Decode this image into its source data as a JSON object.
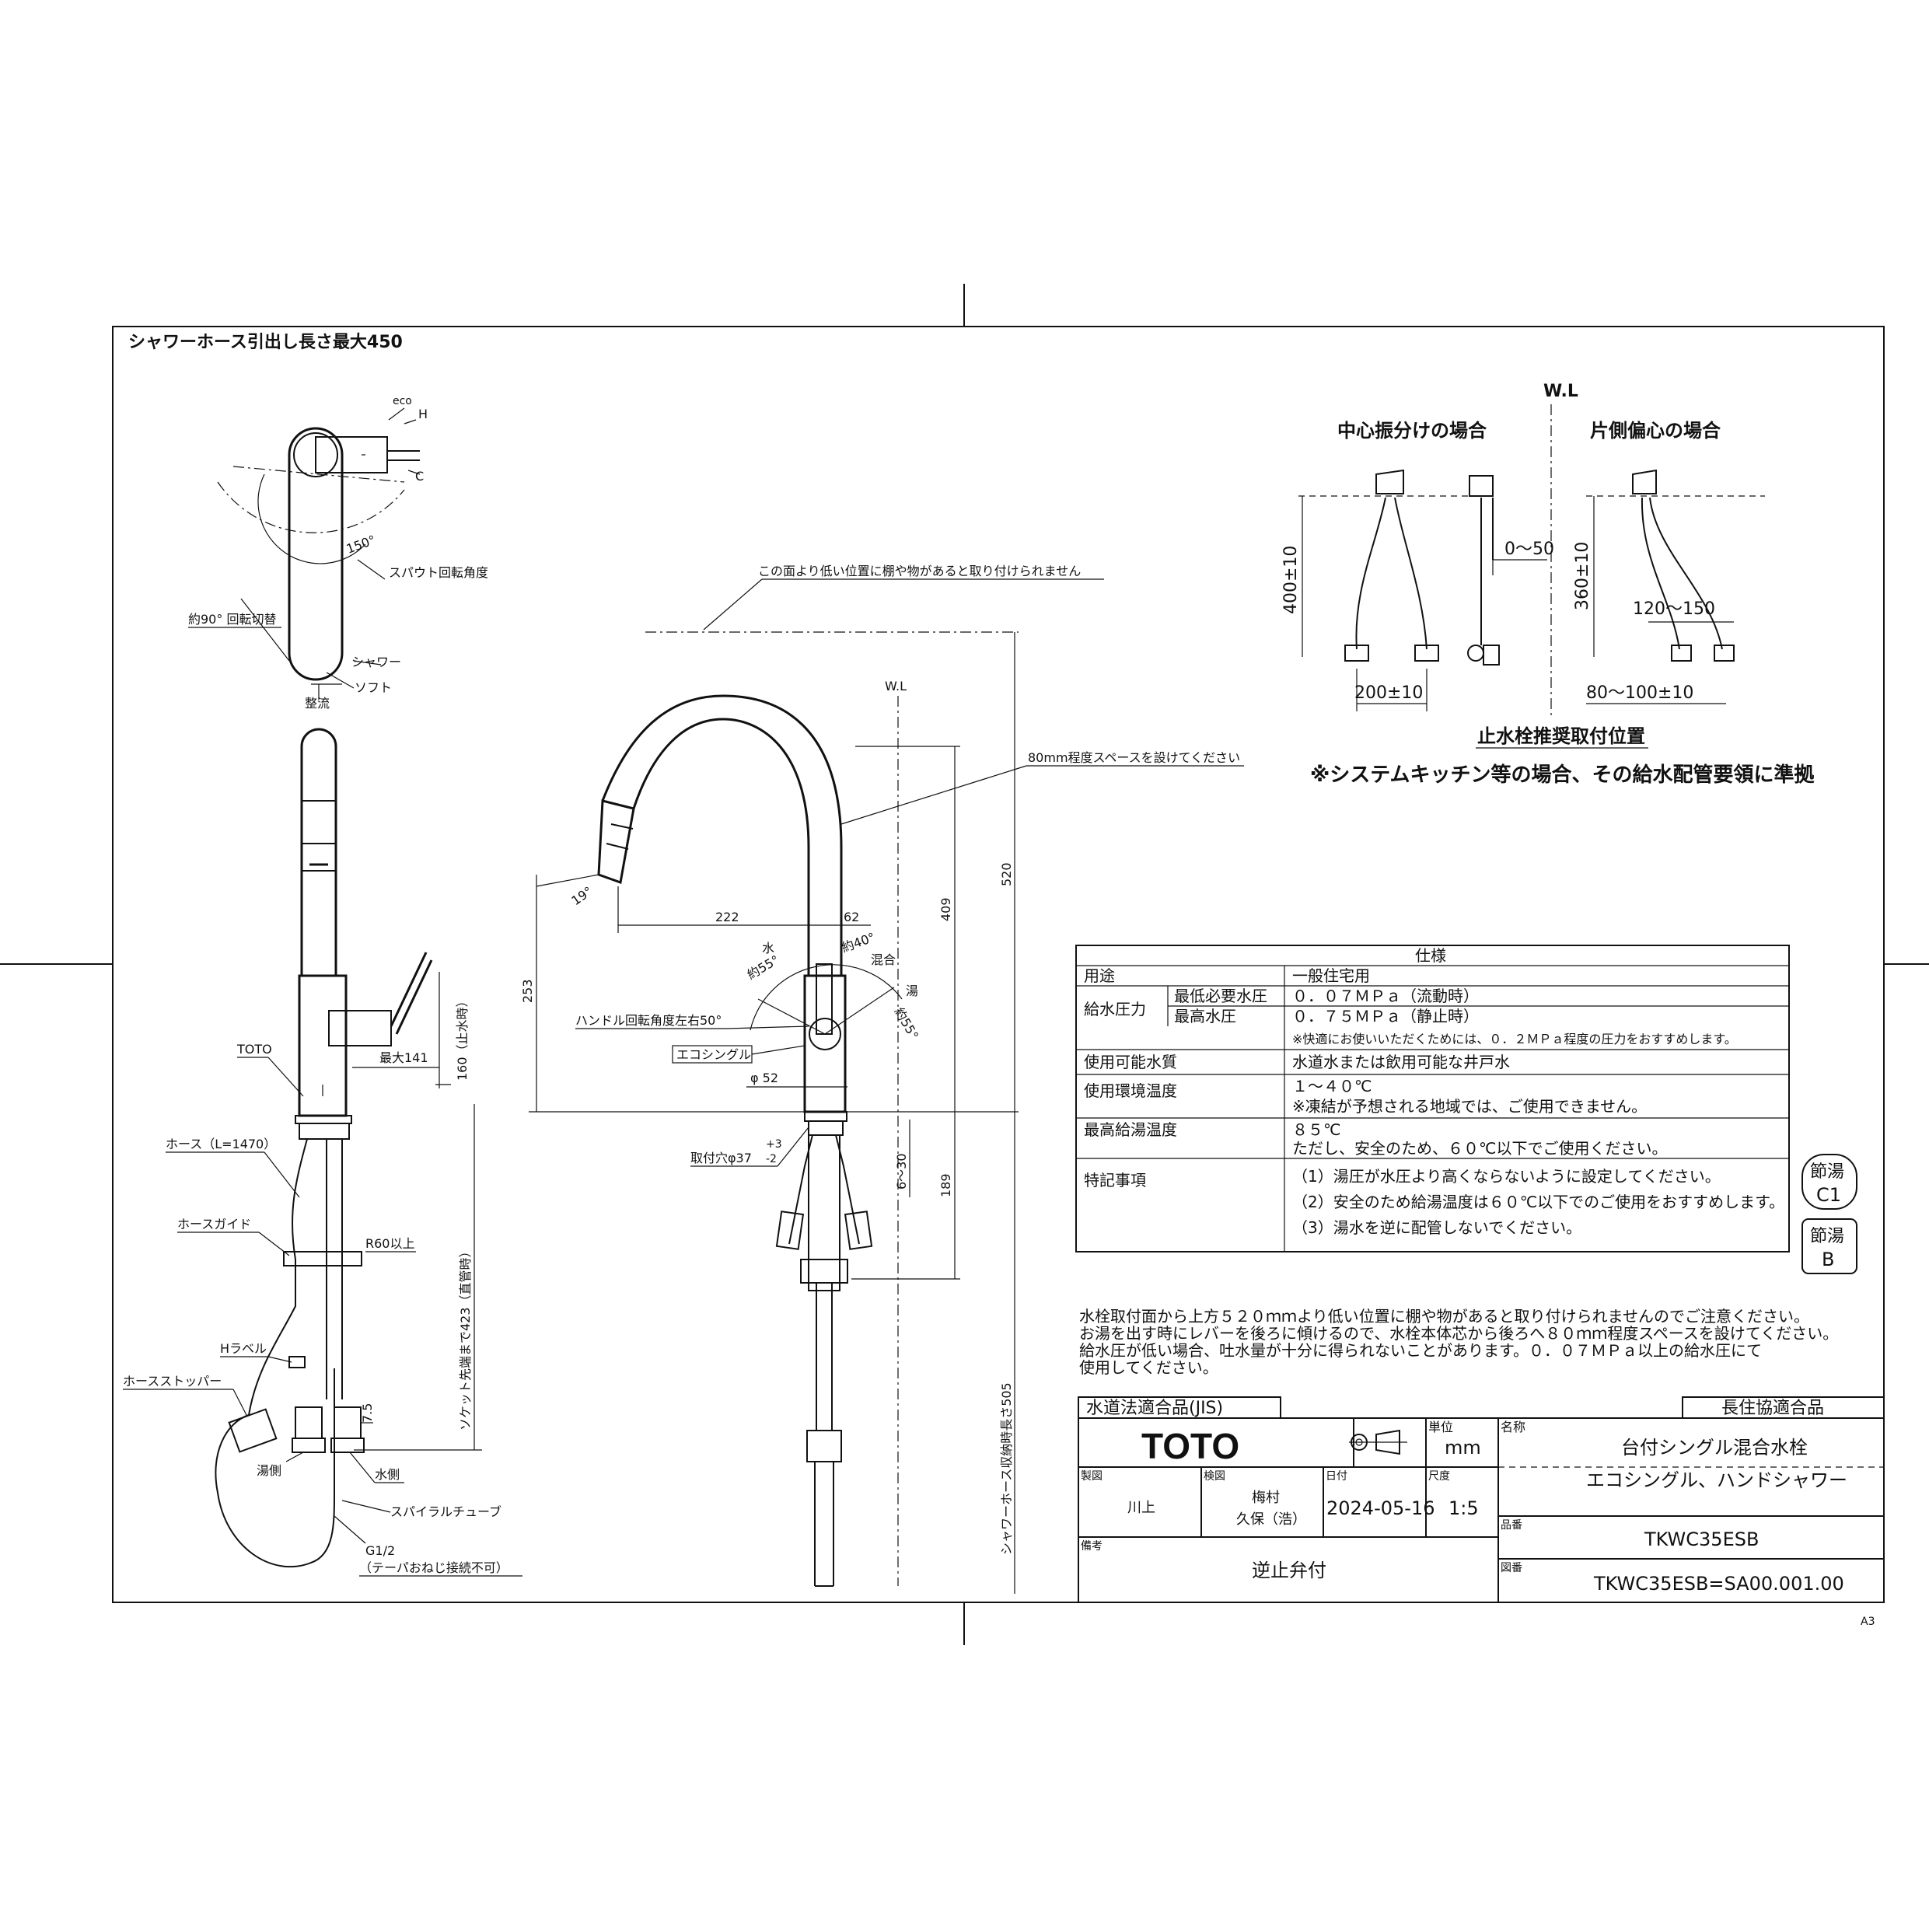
{
  "header": {
    "hose_note": "シャワーホース引出し長さ最大450",
    "sheet_size": "A3"
  },
  "top_view": {
    "eco": "eco",
    "h": "H",
    "c": "C",
    "angle": "150°",
    "spout_rotation": "スパウト回転角度",
    "switch_angle": "約90° 回転切替",
    "shower": "シャワー",
    "soft": "ソフト",
    "seiryu": "整流"
  },
  "side_view": {
    "toto": "TOTO",
    "max141": "最大141",
    "dim160": "160（止水時）",
    "hose": "ホース（L=1470）",
    "hose_guide": "ホースガイド",
    "r60": "R60以上",
    "socket_len": "ソケット先端まで423（直管時）",
    "h_label": "Hラベル",
    "hose_stopper": "ホースストッパー",
    "dim75": "7.5",
    "hot_side": "湯側",
    "cold_side": "水側",
    "spiral_tube": "スパイラルチューブ",
    "g12": "G1/2",
    "taper_note": "（テーパおねじ接続不可）"
  },
  "front_view": {
    "shelf_note": "この面より低い位置に棚や物があると取り付けられません",
    "wl": "W.L",
    "space_note": "80mm程度スペースを設けてください",
    "dim520": "520",
    "dim409": "409",
    "angle19": "19°",
    "dim222": "222",
    "dim62": "62",
    "mix": "混合",
    "mix_angle": "約40°",
    "water": "水",
    "water_angle": "約55°",
    "hot": "湯",
    "hot_angle": "約55°",
    "dim253": "253",
    "handle_rotation": "ハンドル回転角度左右50°",
    "eco_single": "エコシングル",
    "phi52": "φ 52",
    "hole": "取付穴φ37",
    "tol_plus": "+3",
    "tol_minus": "-2",
    "dim6_30": "6～30",
    "dim189": "189",
    "hose_len": "シャワーホース収納時長さ505"
  },
  "valve_position": {
    "wl": "W.L",
    "center_title": "中心振分けの場合",
    "side_title": "片側偏心の場合",
    "dim400": "400±10",
    "dim0_50": "0～50",
    "dim360": "360±10",
    "dim120_150": "120～150",
    "dim200": "200±10",
    "dim80_100": "80～100±10",
    "caption": "止水栓推奨取付位置",
    "note": "※システムキッチン等の場合、その給水配管要領に準拠"
  },
  "spec": {
    "title": "仕様",
    "rows": [
      {
        "label": "用途",
        "sub": "",
        "value": "一般住宅用"
      },
      {
        "label": "給水圧力",
        "sub": "最低必要水圧",
        "value": "０．０７ＭＰａ（流動時）"
      },
      {
        "label": "",
        "sub": "最高水圧",
        "value": "０．７５ＭＰａ（静止時）"
      },
      {
        "label": "",
        "sub": "",
        "value": "※快適にお使いいただくためには、０．２ＭＰａ程度の圧力をおすすめします。"
      },
      {
        "label": "使用可能水質",
        "sub": "",
        "value": "水道水または飲用可能な井戸水"
      },
      {
        "label": "使用環境温度",
        "sub": "",
        "value": "１～４０℃"
      },
      {
        "label": "",
        "sub": "",
        "value": "※凍結が予想される地域では、ご使用できません。"
      },
      {
        "label": "最高給湯温度",
        "sub": "",
        "value": "８５℃"
      },
      {
        "label": "",
        "sub": "",
        "value": "ただし、安全のため、６０℃以下でご使用ください。"
      },
      {
        "label": "特記事項",
        "sub": "",
        "value": "（1）湯圧が水圧より高くならないように設定してください。"
      },
      {
        "label": "",
        "sub": "",
        "value": "（2）安全のため給湯温度は６０℃以下でのご使用をおすすめします。"
      },
      {
        "label": "",
        "sub": "",
        "value": "（3）湯水を逆に配管しないでください。"
      }
    ]
  },
  "badges": {
    "b1_top": "節湯",
    "b1_bottom": "C1",
    "b2_top": "節湯",
    "b2_bottom": "B"
  },
  "notes": [
    "水栓取付面から上方５２０ｍｍより低い位置に棚や物があると取り付けられませんのでご注意ください。",
    "お湯を出す時にレバーを後ろに傾けるので、水栓本体芯から後ろへ８０ｍｍ程度スペースを設けてください。",
    "給水圧が低い場合、吐水量が十分に得られないことがあります。０．０７ＭＰａ以上の給水圧にて",
    "使用してください。"
  ],
  "title_block": {
    "jis": "水道法適合品(JIS)",
    "chokyo": "長住協適合品",
    "brand": "TOTO",
    "unit_label": "単位",
    "unit": "mm",
    "name_label": "名称",
    "name1": "台付シングル混合水栓",
    "name2": "エコシングル、ハンドシャワー",
    "drawn_label": "製図",
    "drawn": "川上",
    "checked_label": "検図",
    "checked1": "梅村",
    "checked2": "久保（浩）",
    "date_label": "日付",
    "date": "2024-05-16",
    "scale_label": "尺度",
    "scale": "1:5",
    "part_label": "品番",
    "part": "TKWC35ESB",
    "remarks_label": "備考",
    "remarks": "逆止弁付",
    "drawing_label": "図番",
    "drawing_no": "TKWC35ESB=SA00.001.00"
  }
}
